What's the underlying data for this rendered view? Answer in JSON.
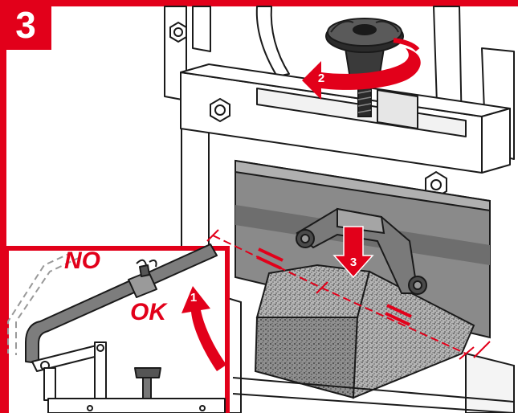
{
  "step": {
    "number": "3"
  },
  "inset": {
    "label_no": "NO",
    "label_ok": "OK"
  },
  "callouts": {
    "one": "1",
    "two": "2",
    "three": "3"
  },
  "colors": {
    "accent": "#e2001a",
    "line": "#1a1a1a",
    "blade": "#8a8a8a",
    "stone": "#9e9e9e"
  },
  "icons": {
    "arrow_one": "curved-up-arrow",
    "arrow_two": "rotate-arrow",
    "arrow_three": "down-arrow",
    "equal_marks": "equals-sign"
  }
}
